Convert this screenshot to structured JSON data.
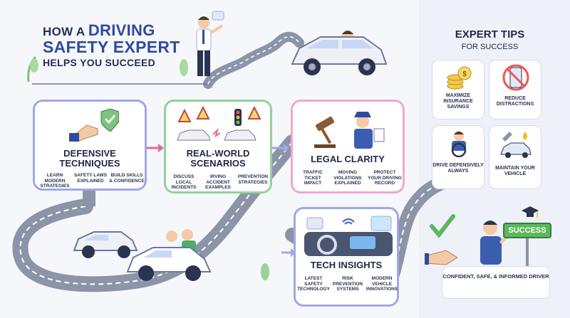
{
  "header": {
    "line1_prefix": "How a",
    "line1_accent": "Driving",
    "line2": "Safety Expert",
    "line3": "Helps You Succeed"
  },
  "cards": {
    "defensive": {
      "title_line1": "Defensive",
      "title_line2": "Techniques",
      "items": [
        "Learn modern strategies",
        "Safety laws explained",
        "Build skills & confidence"
      ]
    },
    "realworld": {
      "title_line1": "Real-World",
      "title_line2": "Scenarios",
      "items": [
        "Discuss local incidents",
        "Irving accident examples",
        "Prevention strategies"
      ]
    },
    "legal": {
      "title": "Legal Clarity",
      "items": [
        "Traffic ticket impact",
        "Moving violations explained",
        "Protect your driving record"
      ]
    },
    "tech": {
      "title": "Tech Insights",
      "items": [
        "Latest safety technology",
        "Risk prevention systems",
        "Modern vehicle innovations"
      ]
    }
  },
  "tips": {
    "title": "Expert Tips",
    "subtitle": "For Success",
    "items": [
      {
        "label": "Maximize insurance savings",
        "icon": "coins-icon"
      },
      {
        "label": "Reduce distractions",
        "icon": "no-phone-icon"
      },
      {
        "label": "Drive defensively always",
        "icon": "steering-driver-icon"
      },
      {
        "label": "Maintain your vehicle",
        "icon": "car-maintenance-icon"
      }
    ]
  },
  "success": {
    "sign": "SUCCESS",
    "caption": "Confident, safe, & informed driver"
  },
  "colors": {
    "road": "#8c94a8",
    "accent_blue": "#2f4ba0",
    "card_border_blue": "#9fa8e8",
    "card_border_green": "#8fd49a",
    "arrow_pink": "#e86a8e",
    "success_green": "#5cb85c"
  }
}
